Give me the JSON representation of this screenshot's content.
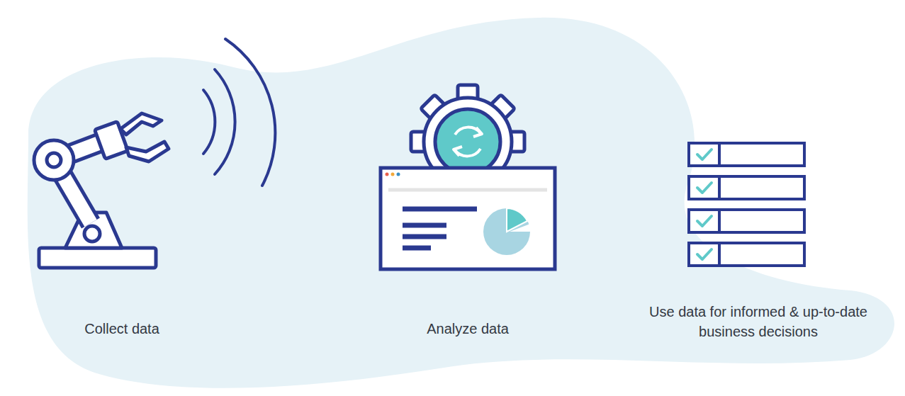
{
  "diagram": {
    "labels": [
      "Collect data",
      "Analyze data",
      "Use data for informed & up-to-date business decisions"
    ]
  }
}
